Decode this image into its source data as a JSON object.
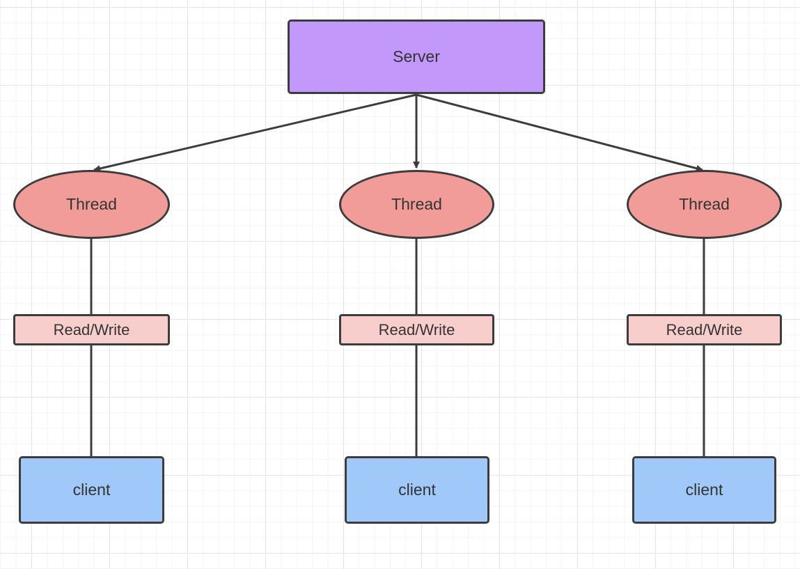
{
  "server": {
    "label": "Server",
    "color": "#c398fb"
  },
  "branches": [
    {
      "thread_label": "Thread",
      "io_label": "Read/Write",
      "client_label": "client"
    },
    {
      "thread_label": "Thread",
      "io_label": "Read/Write",
      "client_label": "client"
    },
    {
      "thread_label": "Thread",
      "io_label": "Read/Write",
      "client_label": "client"
    }
  ],
  "colors": {
    "thread": "#f19c99",
    "io": "#f8cecc",
    "client": "#a0c8f8",
    "stroke": "#3c3c3c"
  }
}
